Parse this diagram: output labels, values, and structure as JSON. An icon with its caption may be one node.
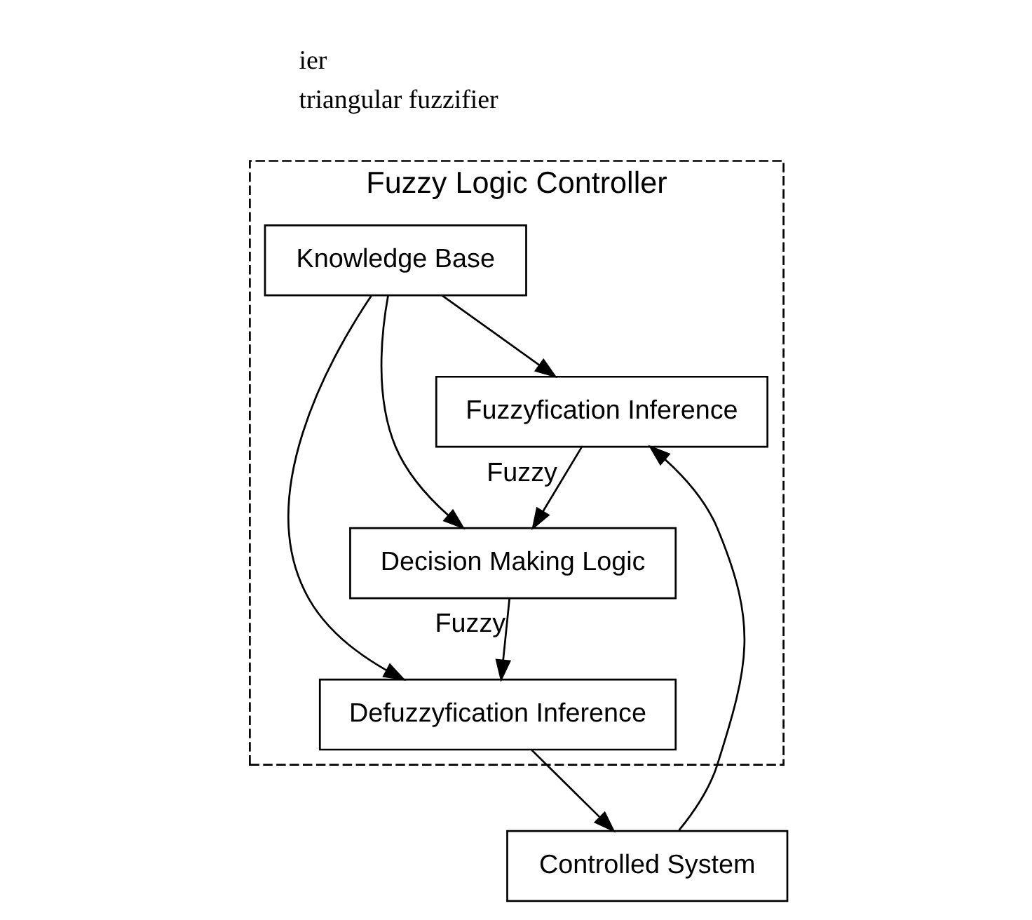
{
  "diagram": {
    "nodes": [
      {
        "text": [
          "Fuzzy Logic Controller"
        ]
      },
      {
        "text": [
          "Knowledge Base"
        ],
        "in": 0
      },
      {
        "text": [
          "Fuzzyfication Inference"
        ],
        "in": 0
      },
      {
        "text": [
          "Defuzzyfication Inference"
        ],
        "in": 0
      },
      {
        "text": [
          "Decision Making Logic"
        ],
        "in": 0
      },
      {
        "text": [
          "Controlled System"
        ]
      }
    ],
    "edges": [
      {
        "from": 1,
        "to": 2,
        "arrow": "to"
      },
      {
        "from": 1,
        "to": 3,
        "arrow": "to"
      },
      {
        "from": 1,
        "to": 4,
        "arrow": "to"
      },
      {
        "from": 2,
        "to": 4,
        "arrow": "to",
        "label": "Fuzzy"
      },
      {
        "from": 4,
        "to": 3,
        "arrow": "to",
        "label": "Fuzzy"
      },
      {
        "from": 3,
        "to": 5,
        "arrow": "to"
      },
      {
        "from": 5,
        "to": 2,
        "arrow": "to"
      }
    ],
    "labels": [
      "ier",
      "triangular fuzzifier"
    ]
  }
}
